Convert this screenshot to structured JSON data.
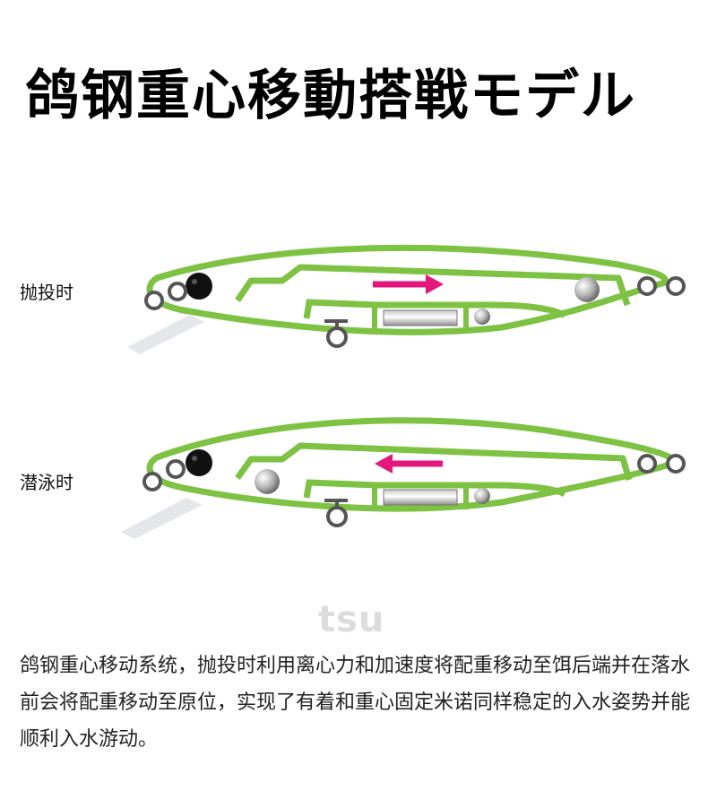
{
  "title": "鸽钢重心移動搭戦モデル",
  "states": [
    {
      "label": "抛投时",
      "arrow_direction": "right"
    },
    {
      "label": "潜泳时",
      "arrow_direction": "left"
    }
  ],
  "watermark": "tsu",
  "description": "鸽钢重心移动系统，抛投时利用离心力和加速度将配重移动至饵后端并在落水前会将配重移动至原位，实现了有着和重心固定米诺同样稳定的入水姿势并能顺利入水游动。",
  "colors": {
    "body_outline": "#7dc242",
    "arrow": "#e3177c",
    "eye": "#111111",
    "ring": "#555555",
    "lip": "#e4e6ea"
  },
  "icons": [
    "eye-icon",
    "split-ring-icon",
    "weight-ball-icon",
    "arrow-icon",
    "lip-icon"
  ]
}
